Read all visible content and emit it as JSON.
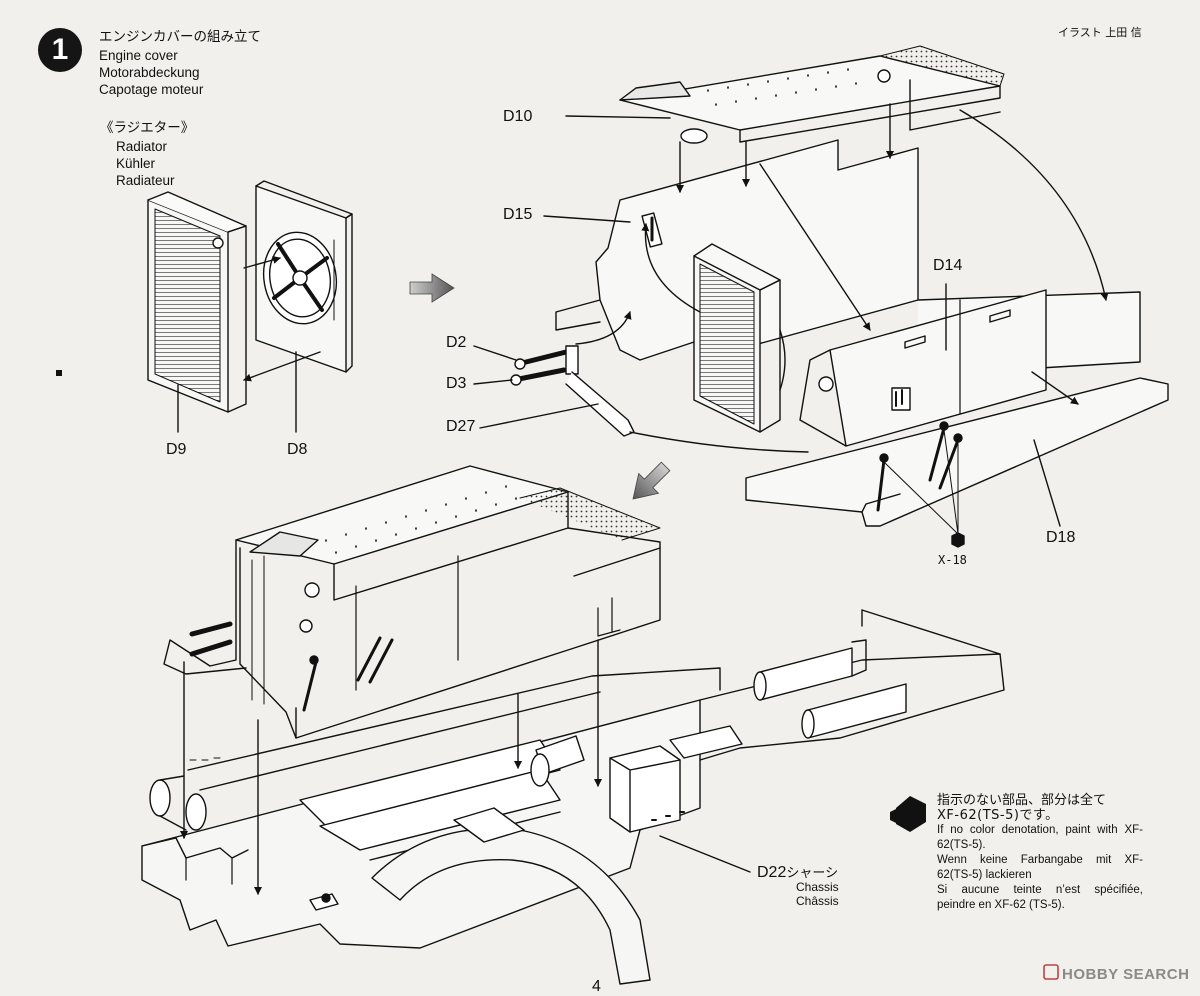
{
  "step": {
    "number": "1",
    "title_ja": "エンジンカバーの組み立て",
    "title_en": "Engine cover",
    "title_de": "Motorabdeckung",
    "title_fr": "Capotage moteur"
  },
  "subassembly": {
    "title_ja": "《ラジエター》",
    "title_en": "Radiator",
    "title_de": "Kühler",
    "title_fr": "Radiateur"
  },
  "credit": "イラスト 上田 信",
  "parts": {
    "d10": "D10",
    "d15": "D15",
    "d14": "D14",
    "d2": "D2",
    "d3": "D3",
    "d27": "D27",
    "d9": "D9",
    "d8": "D8",
    "d18": "D18",
    "x18": "X-18",
    "d22": "D22",
    "d22_ja": "シャーシ",
    "d22_de": "Chassis",
    "d22_fr": "Châssis"
  },
  "color_note": {
    "ja1": "指示のない部品、部分は全て",
    "ja2": "XF-62(TS-5)です。",
    "en_1": "If no color denotation, paint with XF-",
    "en_2": "62(TS-5).",
    "de_1": "Wenn keine Farbangabe mit XF-",
    "de_2": "62(TS-5) lackieren",
    "fr_1": "Si aucune teinte n’est spécifiée,",
    "fr_2": "peindre en XF-62 (TS-5)."
  },
  "watermark": {
    "brand": "HOBBY SEARCH"
  },
  "page_number": "4"
}
